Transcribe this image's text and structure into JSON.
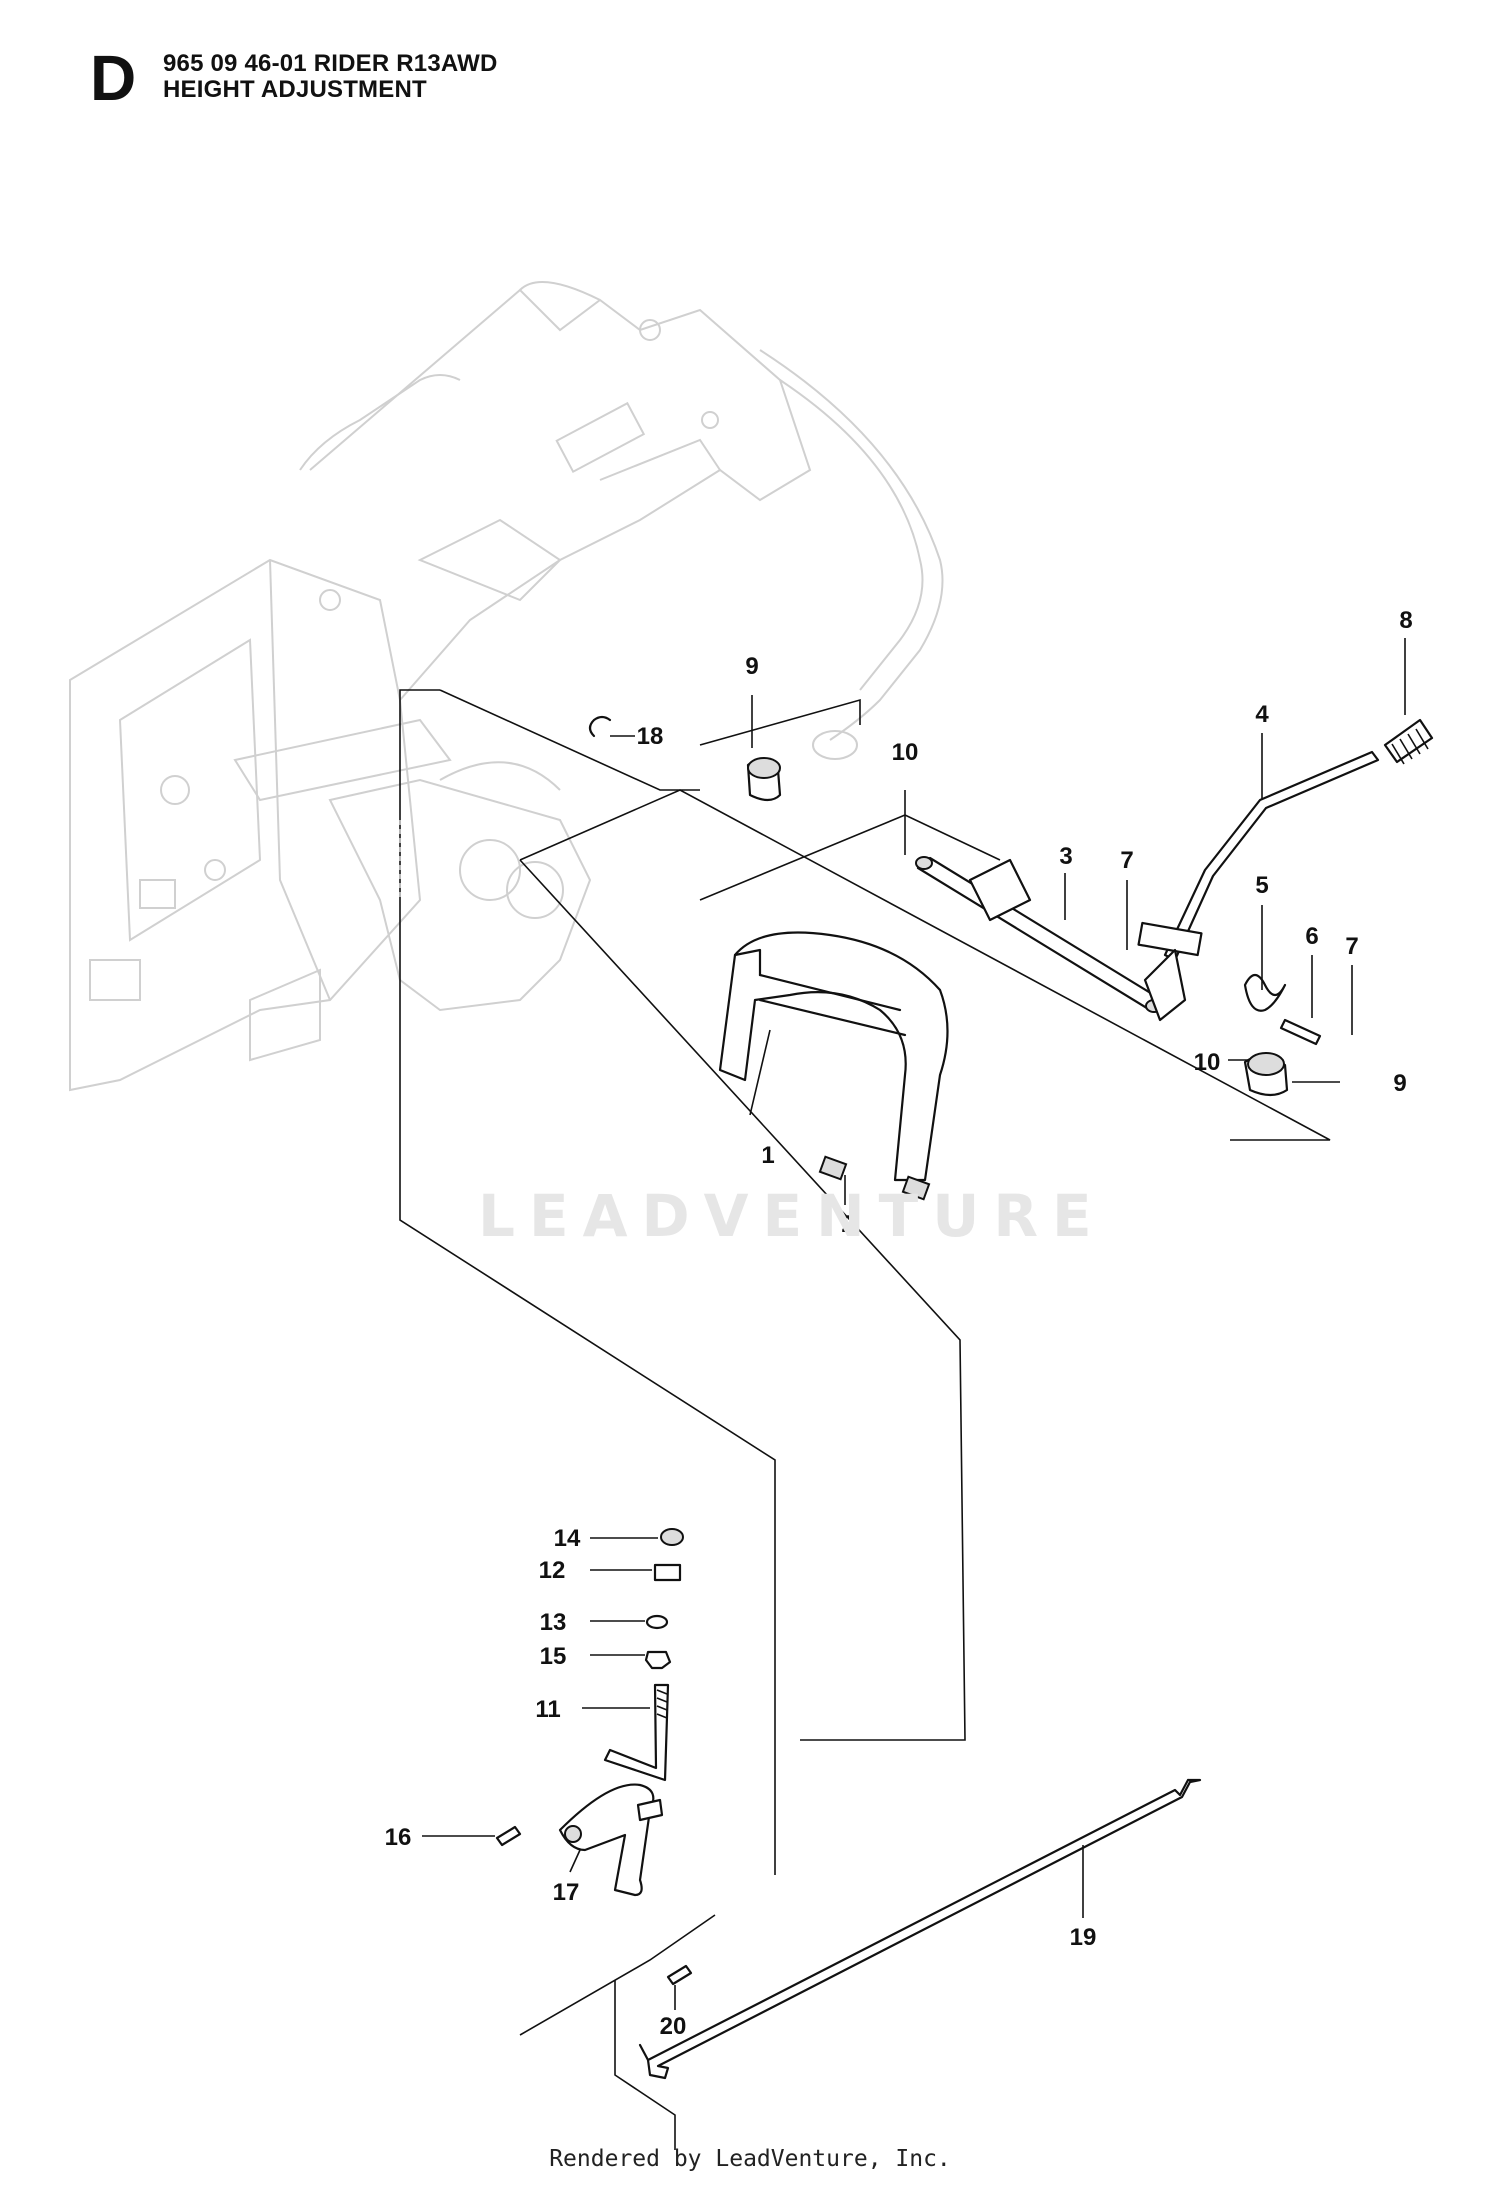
{
  "header": {
    "section_letter": "D",
    "line1": "965 09 46-01 RIDER R13AWD",
    "line2": "HEIGHT ADJUSTMENT"
  },
  "watermark": {
    "text": "LEADVENTURE"
  },
  "footer": {
    "text": "Rendered by LeadVenture, Inc."
  },
  "callouts": {
    "c1": "1",
    "c2": "2",
    "c3": "3",
    "c4": "4",
    "c5": "5",
    "c6": "6",
    "c7a": "7",
    "c7b": "7",
    "c8": "8",
    "c9a": "9",
    "c9b": "9",
    "c10a": "10",
    "c10b": "10",
    "c11": "11",
    "c12": "12",
    "c13": "13",
    "c14": "14",
    "c15": "15",
    "c16": "16",
    "c17": "17",
    "c18": "18",
    "c19": "19",
    "c20": "20"
  }
}
